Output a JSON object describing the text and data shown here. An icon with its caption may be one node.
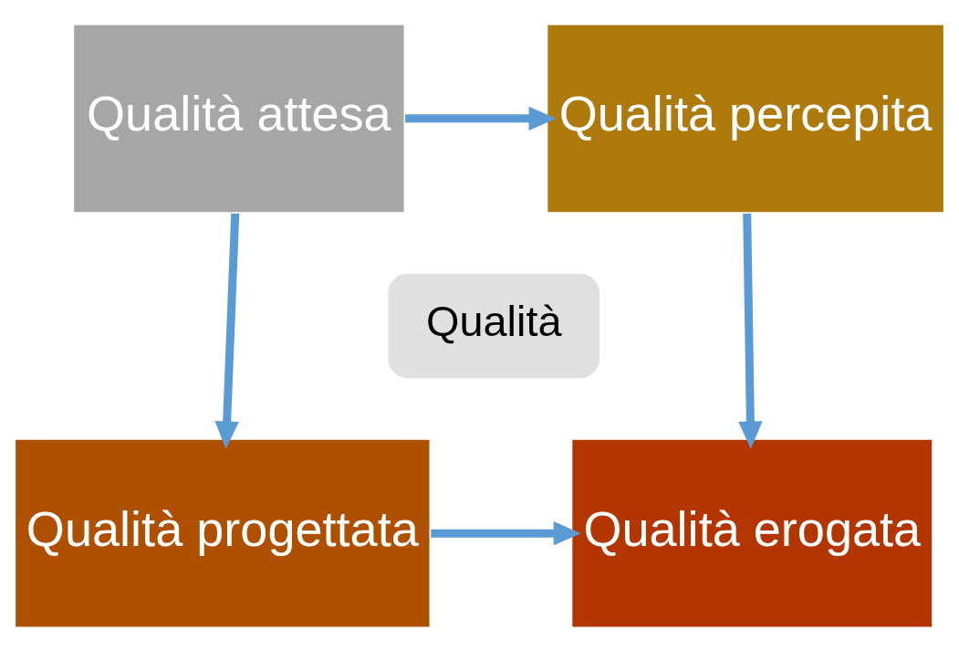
{
  "diagram": {
    "nodes": [
      {
        "text": [
          "Qualità attesa"
        ]
      },
      {
        "text": [
          "Qualità percepita"
        ]
      },
      {
        "text": [
          "Qualità"
        ]
      },
      {
        "text": [
          "Qualità progettata"
        ]
      },
      {
        "text": [
          "Qualità erogata"
        ]
      }
    ],
    "edges": [
      {
        "from": 0,
        "to": 1,
        "arrow": "to"
      },
      {
        "from": 1,
        "to": 4,
        "arrow": "to"
      },
      {
        "from": 0,
        "to": 3,
        "arrow": "to"
      },
      {
        "from": 3,
        "to": 4,
        "arrow": "to"
      }
    ]
  }
}
